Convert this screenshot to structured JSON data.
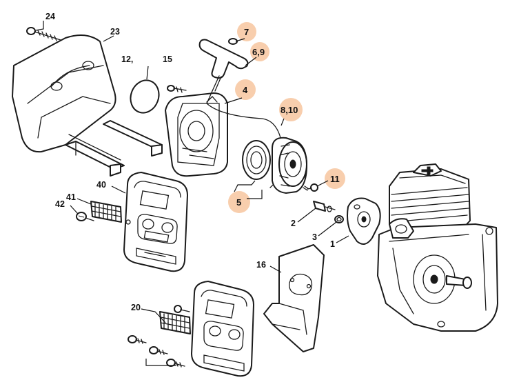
{
  "highlight_color": "#f5b98a",
  "labels": {
    "l24": "24",
    "l23": "23",
    "l12": "12,",
    "l15": "15",
    "l7": "7",
    "l69": "6,9",
    "l4": "4",
    "l810": "8,10",
    "l11": "11",
    "l5": "5",
    "l40": "40",
    "l41": "41",
    "l42": "42",
    "l2": "2",
    "l3": "3",
    "l1": "1",
    "l16": "16",
    "l20": "20"
  }
}
